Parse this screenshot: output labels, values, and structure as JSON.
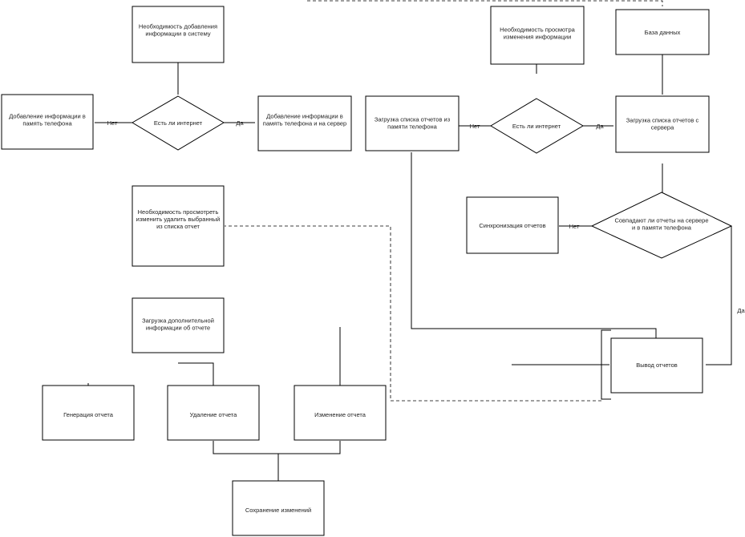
{
  "nodes": {
    "need_add": "Необходимость добавления информации в систему",
    "is_internet_left": "Есть ли интернет",
    "add_to_phone": "Добавление информации в память телефона",
    "add_to_phone_server": "Добавление информации в память телефона и на сервер",
    "need_view": "Необходимость просмотра изменения информации",
    "db": "База данных",
    "load_from_phone": "Загрузка списка отчетов из памяти телефона",
    "is_internet_right": "Есть ли интернет",
    "load_from_server": "Загрузка списка отчетов с сервера",
    "match_question": "Совпадают ли отчеты на сервере и в памяти телефона",
    "sync": "Синхронизация отчетов",
    "show_reports": "Вывод отчетов",
    "need_edit": "Необходимость просмотреть изменить удалить выбранный из списка отчет",
    "load_extra": "Загрузка дополнительной информации об отчете",
    "generate": "Генерация отчета",
    "delete": "Удаление отчета",
    "modify": "Изменение отчета",
    "save": "Сохранение изменений"
  },
  "edge_labels": {
    "no_left": "Нет",
    "yes_left": "Да",
    "no_right": "Нет",
    "yes_right": "Да",
    "no_match": "Нет",
    "yes_match": "Да"
  }
}
